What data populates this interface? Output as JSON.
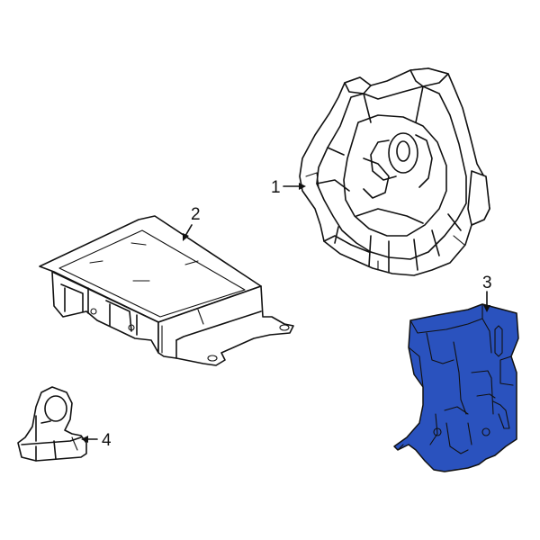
{
  "diagram": {
    "highlight_color": "#2a52be",
    "line_color": "#111111",
    "background": "#ffffff",
    "parts": [
      {
        "callout": "1",
        "icon": "clockspring-icon",
        "highlighted": false
      },
      {
        "callout": "2",
        "icon": "airbag-control-module-icon",
        "highlighted": false
      },
      {
        "callout": "3",
        "icon": "module-bracket-icon",
        "highlighted": true
      },
      {
        "callout": "4",
        "icon": "impact-sensor-icon",
        "highlighted": false
      }
    ]
  }
}
